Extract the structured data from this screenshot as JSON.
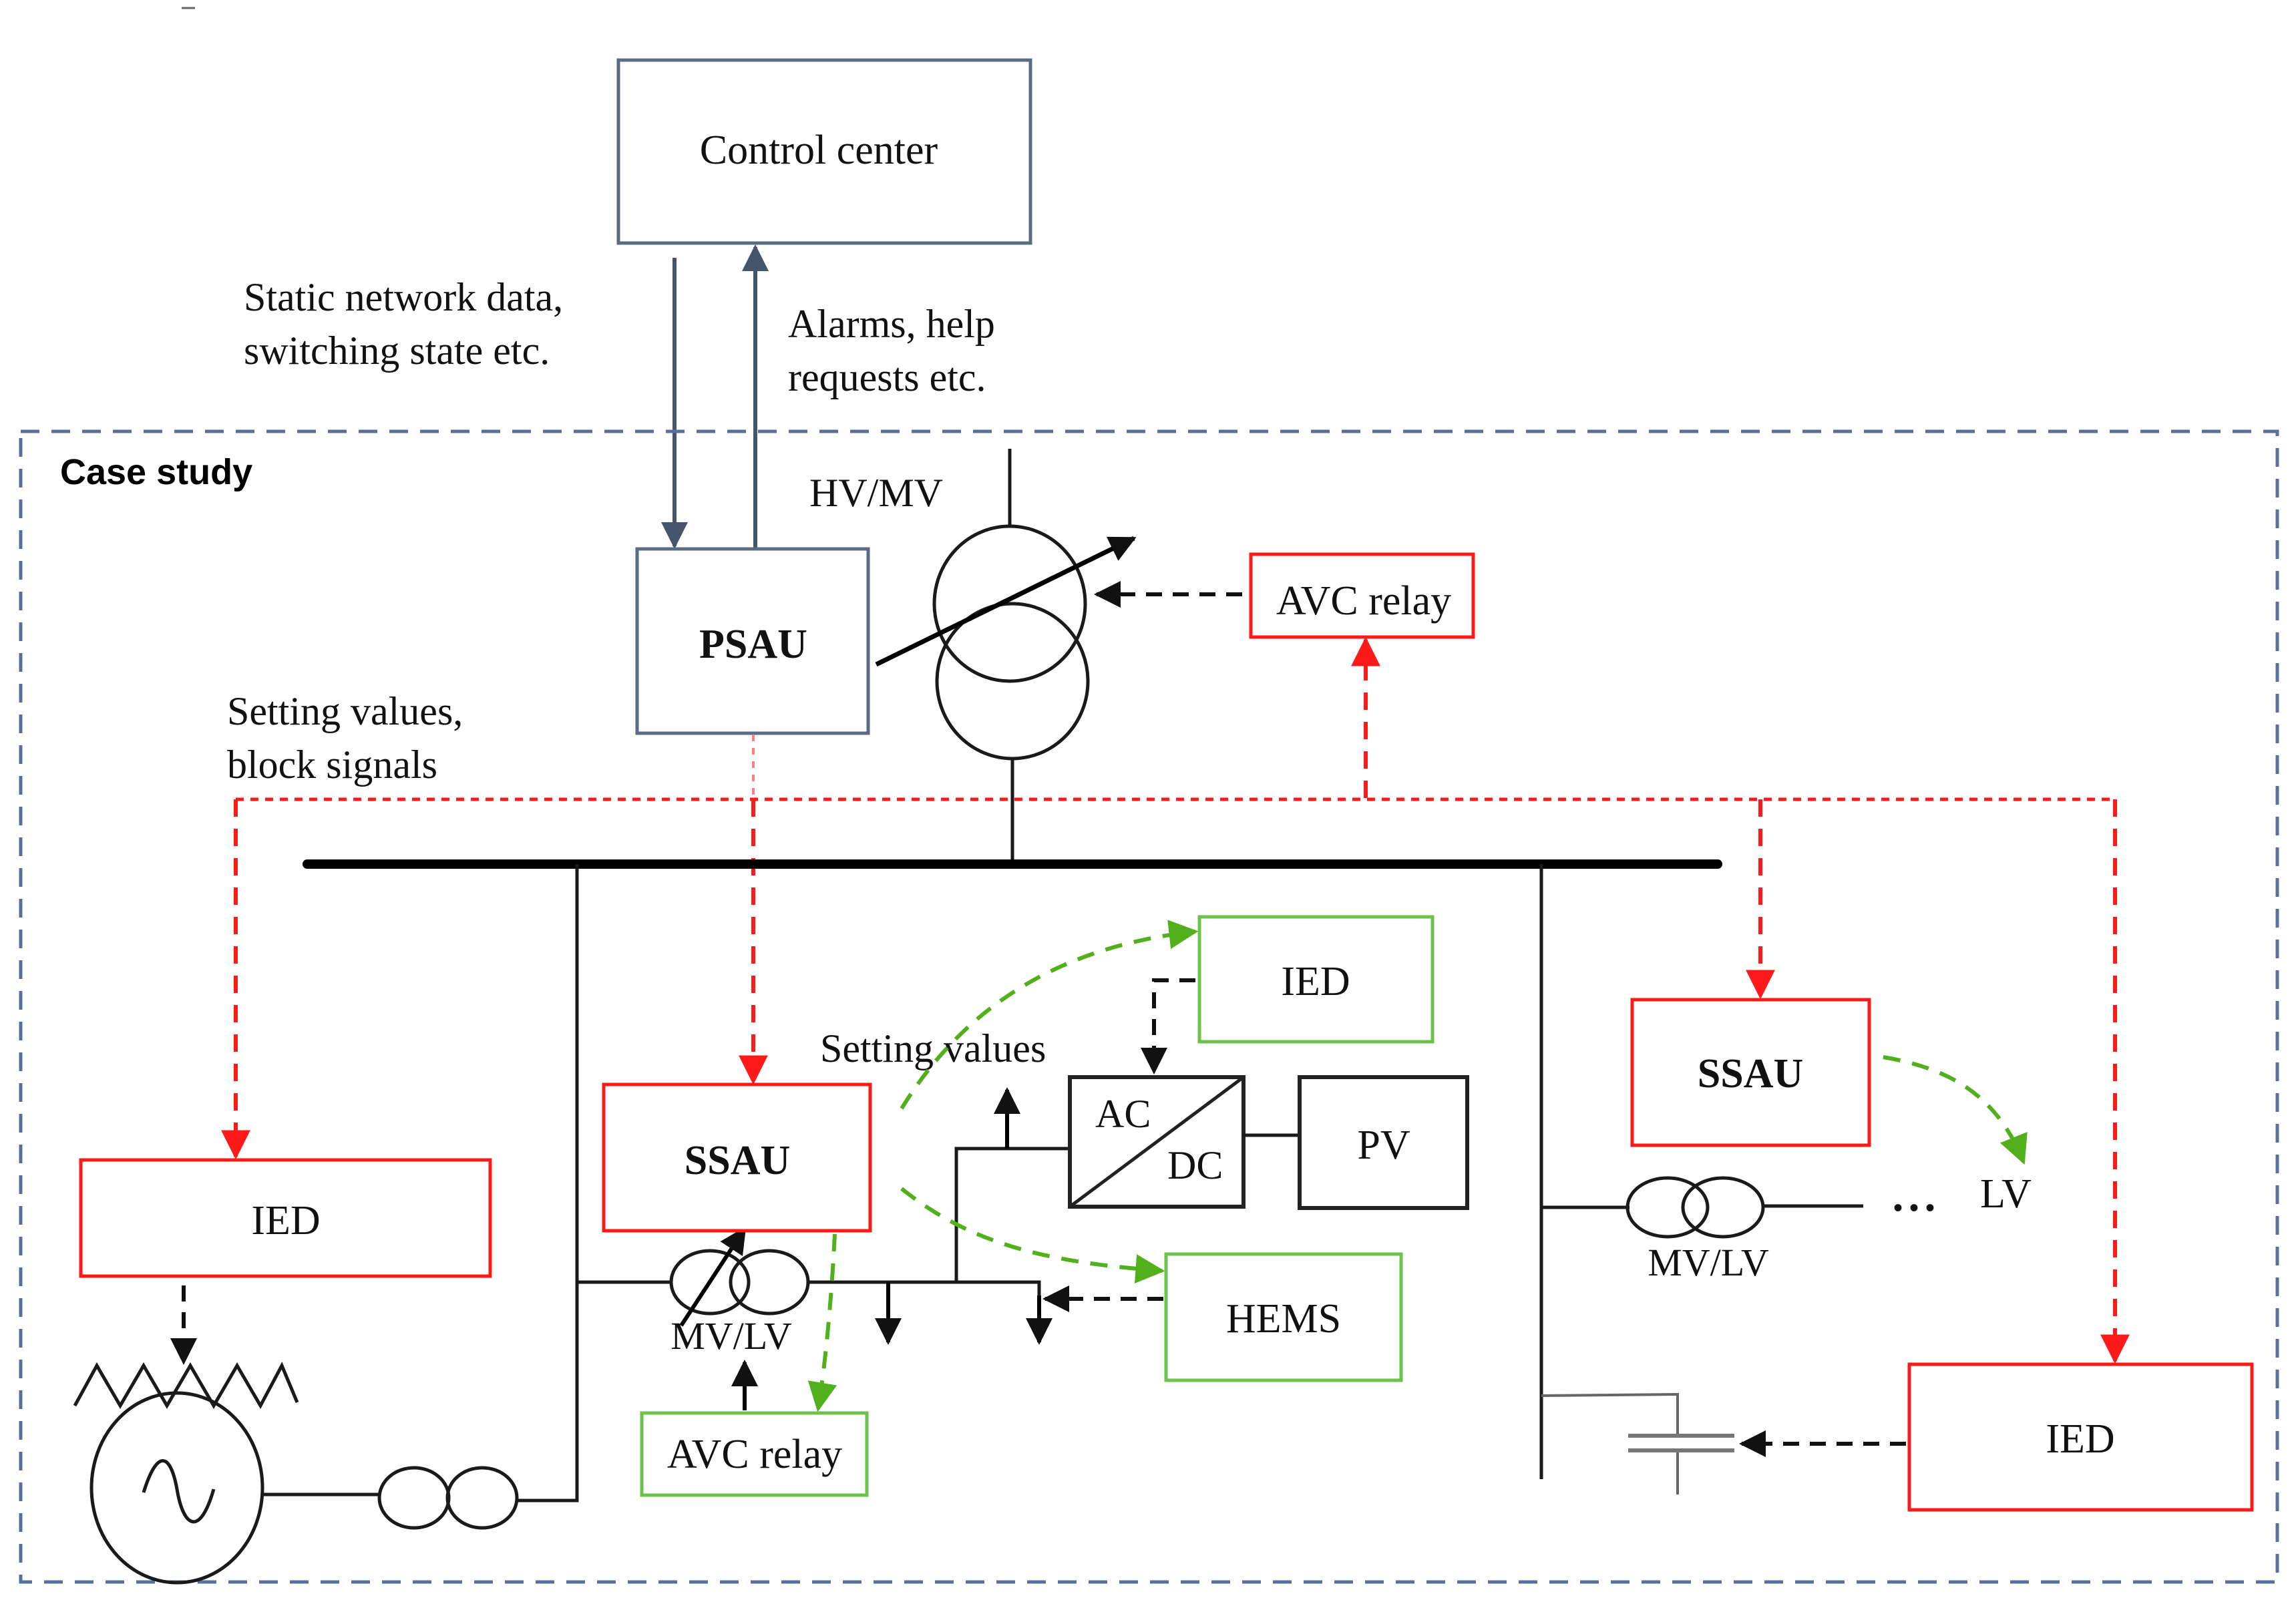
{
  "diagram": {
    "control_center": {
      "label": "Control center"
    },
    "downlink_label": [
      "Static network data,",
      "switching state etc."
    ],
    "uplink_label": [
      "Alarms, help",
      "requests etc."
    ],
    "case_study": {
      "title": "Case study"
    },
    "hv_mv_label": "HV/MV",
    "psau": {
      "label": "PSAU"
    },
    "avc_relay_top": {
      "label": "AVC relay"
    },
    "setting_block_label": [
      "Setting values,",
      "block signals"
    ],
    "ied_left": {
      "label": "IED"
    },
    "ssau_middle": {
      "label": "SSAU"
    },
    "ied_green": {
      "label": "IED"
    },
    "setting_values_label": "Setting values",
    "acdc": {
      "ac": "AC",
      "dc": "DC"
    },
    "pv": {
      "label": "PV"
    },
    "hems": {
      "label": "HEMS"
    },
    "mv_lv_middle": "MV/LV",
    "avc_relay_bottom": {
      "label": "AVC relay"
    },
    "ssau_right": {
      "label": "SSAU"
    },
    "lv_label": "LV",
    "ellipsis": "• • •",
    "mv_lv_right": "MV/LV",
    "ied_right": {
      "label": "IED"
    },
    "colors": {
      "primary_level": "#ff1a1a",
      "secondary_level": "#6cc24a",
      "control_link": "#44546a",
      "case_border": "#5a6f99"
    }
  }
}
